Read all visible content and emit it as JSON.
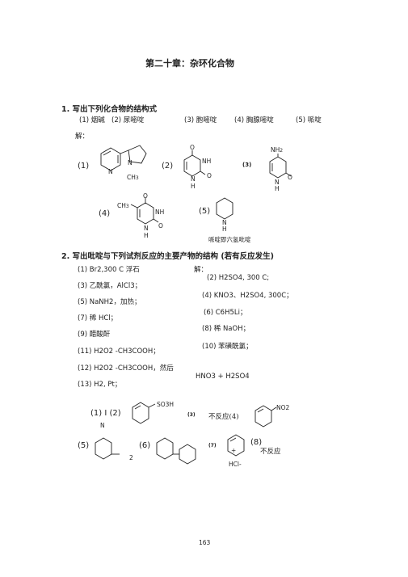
{
  "chapter_title": "第二十章：杂环化合物",
  "q1": {
    "heading": "1. 写出下列化合物的结构式",
    "items": [
      "(1) 烟碱",
      "(2) 尿嘧啶",
      "(3) 胞嘧啶",
      "(4) 胸腺嘧啶",
      "(5) 哌啶"
    ],
    "answer_label": "解：",
    "labels": [
      "(1)",
      "(2)",
      "(3)",
      "(4)",
      "(5)"
    ],
    "atoms": {
      "n": "N",
      "ch3": "CH",
      "sub3": "3",
      "o": "O",
      "nh": "NH",
      "h": "H",
      "nh2": "NH",
      "sub2": "2"
    },
    "note": "哌啶即六氢吡啶"
  },
  "q2": {
    "heading": "2. 写出吡啶与下列试剂反应的主要产物的结构 (若有反应发生)",
    "left_items": [
      "(1)  Br2,300 C 浮石",
      "(3) 乙酰氯，AlCl3；",
      "(5)  NaNH2，加热；",
      "(7) 稀  HCl；",
      "(9) 醋酸酐",
      "(11)  H2O2 -CH3COOH；",
      "(12)  H2O2 -CH3COOH，然后",
      "(13)  H2,  Pt；"
    ],
    "answer_label": "解：",
    "right_items": [
      "(2)  H2SO4, 300 C;",
      "(4) KNO3、H2SO4,  300C；",
      "(6)  C6H5Li；",
      "(8) 稀  NaOH；",
      "(10) 苯磺酰氯；"
    ],
    "extra_reagent": "HNO3 + H2SO4",
    "answers": {
      "a1": "(1) I (2)",
      "a1_n": "N",
      "so3h": "SO3H",
      "a3": "(3)",
      "no_reaction_4": "不反应(4)",
      "no2": "NO2",
      "a5": "(5)",
      "sub2": "2",
      "a6": "(6)",
      "a7": "(7)",
      "a8": "(8)",
      "no_reaction_8": "不反应",
      "plus": "+",
      "hcl": "HCl-"
    }
  },
  "page_number": "163"
}
